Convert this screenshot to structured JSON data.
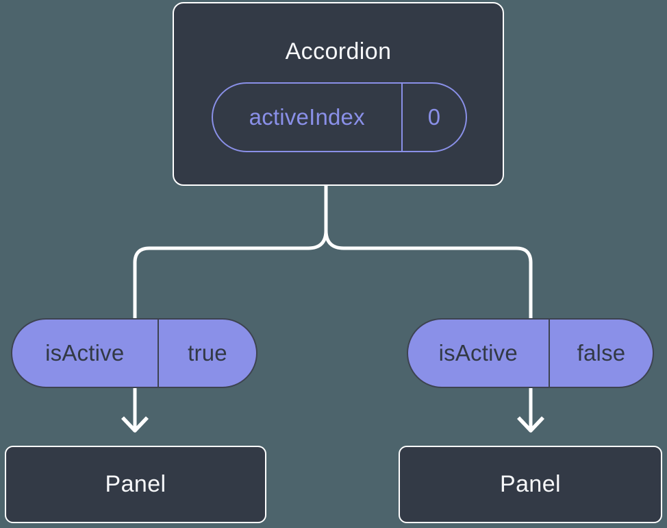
{
  "root_node": {
    "title": "Accordion",
    "pill": {
      "label": "activeIndex",
      "value": "0"
    }
  },
  "branches": [
    {
      "pill": {
        "label": "isActive",
        "value": "true"
      },
      "node": {
        "title": "Panel"
      }
    },
    {
      "pill": {
        "label": "isActive",
        "value": "false"
      },
      "node": {
        "title": "Panel"
      }
    }
  ],
  "icons": {
    "arrow_left": "down-arrow",
    "arrow_right": "down-arrow"
  },
  "colors": {
    "background": "#4d646c",
    "node_fill": "#333a46",
    "node_border": "#ffffff",
    "accent_purple": "#8a90e8",
    "pill_text_dark": "#323945",
    "pill_border_dark": "#3d4350",
    "text_light": "#f7f8fa",
    "connector": "#ffffff"
  }
}
